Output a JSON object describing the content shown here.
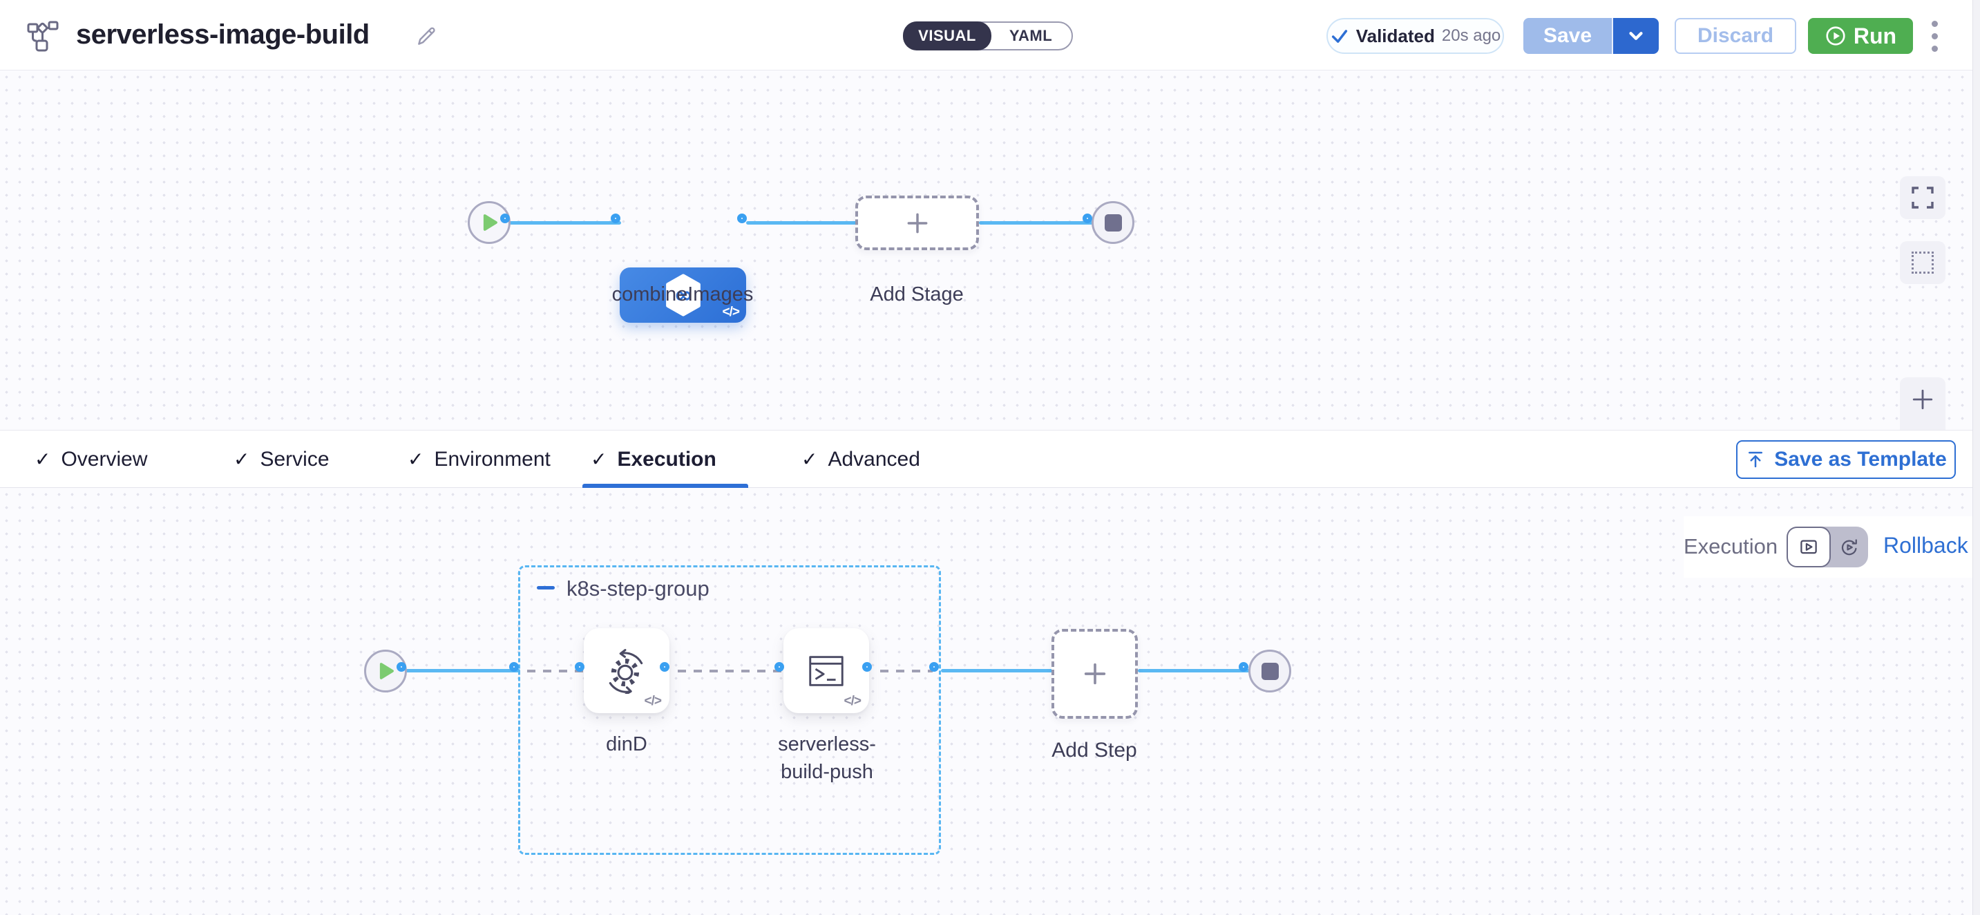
{
  "header": {
    "title": "serverless-image-build",
    "mode_visual": "VISUAL",
    "mode_yaml": "YAML",
    "validated_label": "Validated",
    "validated_time": "20s ago",
    "save": "Save",
    "discard": "Discard",
    "run": "Run"
  },
  "pipeline": {
    "stage_label": "combineImages",
    "add_stage": "Add Stage"
  },
  "tabs": {
    "items": [
      "Overview",
      "Service",
      "Environment",
      "Execution",
      "Advanced"
    ],
    "active": "Execution",
    "save_as_template": "Save as Template"
  },
  "execution": {
    "mode_label": "Execution",
    "rollback": "Rollback",
    "group_name": "k8s-step-group",
    "step1": "dinD",
    "step2": "serverless-build-push",
    "add_step": "Add Step"
  },
  "icons": {
    "code_chip": "</>"
  },
  "colors": {
    "accent_blue": "#2e6fd3",
    "node_blue": "#3a80e0",
    "flow_blue": "#5ab8f3",
    "run_green": "#4fae51",
    "save_disabled": "#9fbbea",
    "dark_navy": "#34344c"
  }
}
